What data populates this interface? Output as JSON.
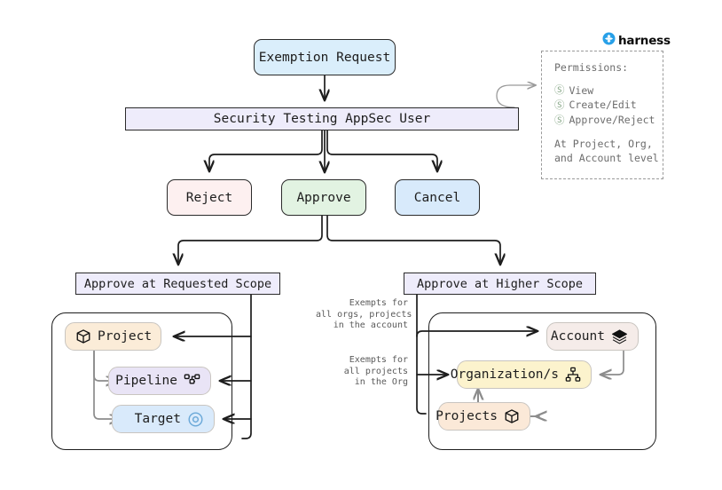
{
  "brand": {
    "name": "harness",
    "logo_icon": "harness-diamond-icon",
    "color": "#28a0e8"
  },
  "flow": {
    "start": {
      "label": "Exemption Request",
      "fill": "#daeefb"
    },
    "actor": {
      "label": "Security Testing AppSec User",
      "fill": "#eeecfb"
    },
    "actions": [
      {
        "id": "reject",
        "label": "Reject",
        "fill": "#fdf0f0"
      },
      {
        "id": "approve",
        "label": "Approve",
        "fill": "#e2f3e2"
      },
      {
        "id": "cancel",
        "label": "Cancel",
        "fill": "#d8eafb"
      }
    ],
    "scopes": [
      {
        "id": "requested",
        "label": "Approve at Requested Scope",
        "fill": "#eeecfb"
      },
      {
        "id": "higher",
        "label": "Approve at Higher Scope",
        "fill": "#eeecfb"
      }
    ]
  },
  "requested_scope_group": {
    "nodes": [
      {
        "id": "project",
        "label": "Project",
        "icon": "cube-icon",
        "fill": "#fbecd8"
      },
      {
        "id": "pipeline",
        "label": "Pipeline",
        "icon": "pipeline-icon",
        "fill": "#e9e4f6"
      },
      {
        "id": "target",
        "label": "Target",
        "icon": "target-icon",
        "fill": "#d9eafb"
      }
    ]
  },
  "higher_scope_group": {
    "nodes": [
      {
        "id": "account",
        "label": "Account",
        "icon": "layers-icon",
        "fill": "#f5ece9"
      },
      {
        "id": "orgs",
        "label": "Organization/s",
        "icon": "sitemap-icon",
        "fill": "#fcf3cd"
      },
      {
        "id": "projects",
        "label": "Projects",
        "icon": "cube-icon",
        "fill": "#fbe9d8"
      }
    ],
    "edge_labels": {
      "account": "Exempts for\nall orgs, projects\nin the account",
      "org": "Exempts for\nall projects\nin the Org"
    }
  },
  "permissions": {
    "title": "Permissions:",
    "items": [
      {
        "label": "View",
        "icon": "check-circle-icon"
      },
      {
        "label": "Create/Edit",
        "icon": "check-circle-icon"
      },
      {
        "label": "Approve/Reject",
        "icon": "check-circle-icon"
      }
    ],
    "footer_line1": "At Project, Org,",
    "footer_line2": "and Account level"
  }
}
